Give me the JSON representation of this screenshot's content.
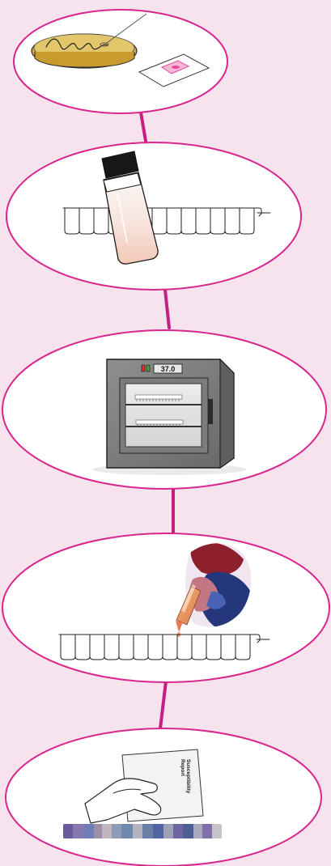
{
  "diagram": {
    "steps": [
      {
        "name": "culture-step"
      },
      {
        "name": "inoculation-step"
      },
      {
        "name": "incubation-step"
      },
      {
        "name": "reagent-step"
      },
      {
        "name": "report-step"
      }
    ]
  },
  "incubator": {
    "temperature": "37.0"
  },
  "report": {
    "title_line1": "Susceptibility",
    "title_line2": "Report"
  },
  "colors": {
    "background": "#f7e3ee",
    "oval_border": "#d8268c",
    "connector": "#c51f83",
    "agar_dish": "#d2b153",
    "stain_pink": "#e64aa0",
    "dark_outline": "#222222"
  }
}
